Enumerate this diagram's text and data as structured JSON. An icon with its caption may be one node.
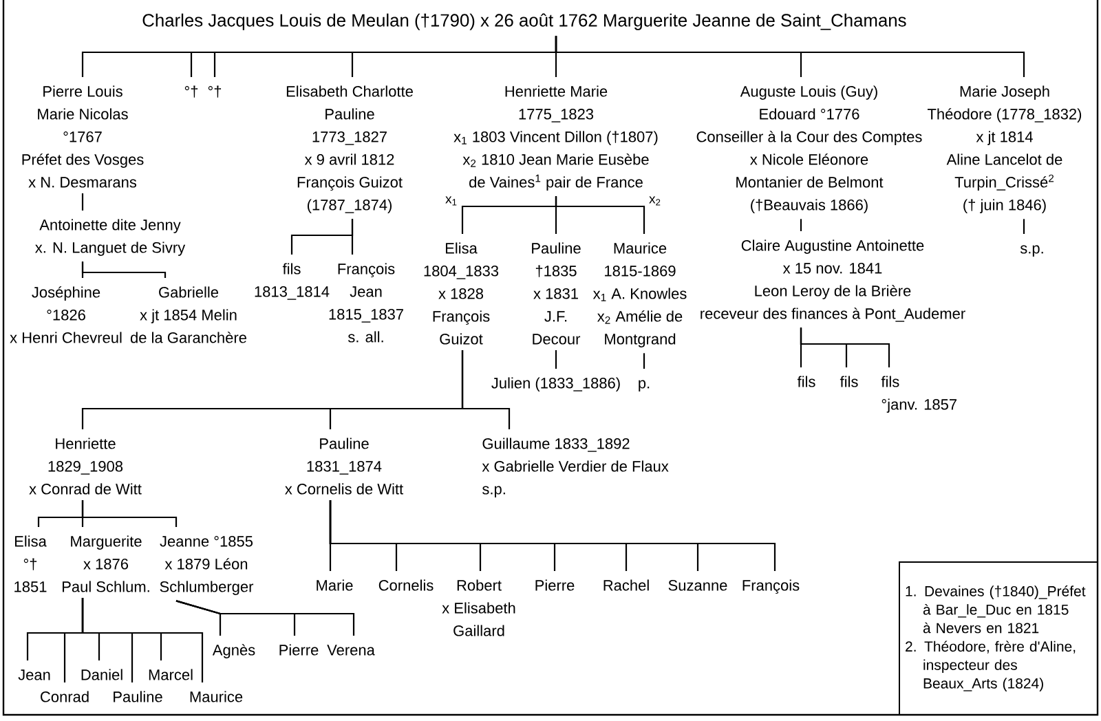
{
  "diagram": {
    "nodes": [
      {
        "text": [
          "Charles Jacques Louis de Meulan (†1790) x 26 août 1762 Marguerite Jeanne de Saint_Chamans"
        ]
      },
      {
        "text": [
          "Pierre Louis Marie Nicolas °1767 Préfet des Vosges x N. Desmarans"
        ]
      },
      {
        "text": [
          "°†"
        ]
      },
      {
        "text": [
          "°†"
        ]
      },
      {
        "text": [
          "Elisabeth Charlotte Pauline 1773_1827 x 9 avril 1812 François Guizot (1787_1874)"
        ]
      },
      {
        "text": [
          "Henriette Marie 1775_1823 x$_{1}$ 1803 Vincent Dillon (†1807) x$_{2}$ 1810 Jean Marie Eusèbe de Vaines$^{1}$ pair de France"
        ]
      },
      {
        "text": [
          "Auguste Louis (Guy) Edouard °1776 Conseiller à la Cour des Comptes x Nicole Eléonore Montanier de Belmont (†Beauvais 1866)"
        ]
      },
      {
        "text": [
          "Marie Joseph Théodore (1778_1832) x jt 1814 Aline Lancelot de Turpin_Crissé$^{2}$ († juin 1846)"
        ]
      },
      {
        "text": [
          "Antoinette dite Jenny x. N. Languet de Sivry"
        ]
      },
      {
        "text": [
          "fils 1813_1814"
        ]
      },
      {
        "text": [
          "François Jean 1815_1837 s. all."
        ]
      },
      {
        "text": [
          "Elisa 1804_1833 x 1828 François Guizot"
        ]
      },
      {
        "text": [
          "Pauline †1835 x 1831 J.F. Decour"
        ]
      },
      {
        "text": [
          "Maurice 1815-1869 x$_{1}$ A. Knowles x$_{2}$ Amélie de Montgrand"
        ]
      },
      {
        "text": [
          "Claire Augustine Antoinette x 15 nov. 1841 Leon Leroy de la Brière receveur des finances à Pont_Audemer"
        ]
      },
      {
        "text": [
          "s.p."
        ]
      },
      {
        "text": [
          "Joséphine °1826 x Henri Chevreul"
        ]
      },
      {
        "text": [
          "Gabrielle x jt 1854 Melin de la Garanchère"
        ]
      },
      {
        "text": [
          "Julien (1833_1886)"
        ]
      },
      {
        "text": [
          "p."
        ]
      },
      {
        "text": [
          "fils"
        ]
      },
      {
        "text": [
          "fils"
        ]
      },
      {
        "text": [
          "fils °janv. 1857"
        ]
      },
      {
        "text": [
          "Henriette 1829_1908 x Conrad de Witt"
        ]
      },
      {
        "text": [
          "Pauline 1831_1874 x Cornelis de Witt"
        ]
      },
      {
        "text": [
          "Guillaume 1833_1892 x Gabrielle Verdier de Flaux s.p."
        ]
      },
      {
        "text": [
          "Elisa °† 1851"
        ]
      },
      {
        "text": [
          "Marguerite x 1876 Paul Schlum."
        ]
      },
      {
        "text": [
          "Jeanne °1855 x 1879 Léon Schlumberger"
        ]
      },
      {
        "text": [
          "Marie"
        ]
      },
      {
        "text": [
          "Cornelis"
        ]
      },
      {
        "text": [
          "Robert x Elisabeth Gaillard"
        ]
      },
      {
        "text": [
          "Pierre"
        ]
      },
      {
        "text": [
          "Rachel"
        ]
      },
      {
        "text": [
          "Suzanne"
        ]
      },
      {
        "text": [
          "François"
        ]
      },
      {
        "text": [
          "Agnès"
        ]
      },
      {
        "text": [
          "Pierre"
        ]
      },
      {
        "text": [
          "Verena"
        ]
      },
      {
        "text": [
          "Jean"
        ]
      },
      {
        "text": [
          "Conrad"
        ]
      },
      {
        "text": [
          "Daniel"
        ]
      },
      {
        "text": [
          "Pauline"
        ]
      },
      {
        "text": [
          "Marcel"
        ]
      },
      {
        "text": [
          "Maurice"
        ]
      },
      {
        "text": [
          "1. Devaines (†1840)_Préfet à Bar_le_Duc en 1815 à Nevers en 1821",
          "2. Théodore, frère d'Aline, inspecteur des Beaux_Arts (1824)"
        ]
      }
    ],
    "edges": [
      {
        "from": 0,
        "to": 1,
        "arrow": "none"
      },
      {
        "from": 0,
        "to": 2,
        "arrow": "none"
      },
      {
        "from": 0,
        "to": 3,
        "arrow": "none"
      },
      {
        "from": 0,
        "to": 4,
        "arrow": "none"
      },
      {
        "from": 0,
        "to": 5,
        "arrow": "none"
      },
      {
        "from": 0,
        "to": 6,
        "arrow": "none"
      },
      {
        "from": 0,
        "to": 7,
        "arrow": "none"
      },
      {
        "from": 1,
        "to": 8,
        "arrow": "none"
      },
      {
        "from": 4,
        "to": 9,
        "arrow": "none"
      },
      {
        "from": 4,
        "to": 10,
        "arrow": "none"
      },
      {
        "from": 5,
        "to": 11,
        "arrow": "none",
        "label": "x$_{1}$"
      },
      {
        "from": 5,
        "to": 12,
        "arrow": "none"
      },
      {
        "from": 5,
        "to": 13,
        "arrow": "none",
        "label": "x$_{2}$"
      },
      {
        "from": 6,
        "to": 14,
        "arrow": "none"
      },
      {
        "from": 7,
        "to": 15,
        "arrow": "none"
      },
      {
        "from": 8,
        "to": 16,
        "arrow": "none"
      },
      {
        "from": 8,
        "to": 17,
        "arrow": "none"
      },
      {
        "from": 12,
        "to": 18,
        "arrow": "none"
      },
      {
        "from": 13,
        "to": 19,
        "arrow": "none"
      },
      {
        "from": 14,
        "to": 20,
        "arrow": "none"
      },
      {
        "from": 14,
        "to": 21,
        "arrow": "none"
      },
      {
        "from": 14,
        "to": 22,
        "arrow": "none"
      },
      {
        "from": 11,
        "to": 23,
        "arrow": "none"
      },
      {
        "from": 11,
        "to": 24,
        "arrow": "none"
      },
      {
        "from": 11,
        "to": 25,
        "arrow": "none"
      },
      {
        "from": 23,
        "to": 26,
        "arrow": "none"
      },
      {
        "from": 23,
        "to": 27,
        "arrow": "none"
      },
      {
        "from": 23,
        "to": 28,
        "arrow": "none"
      },
      {
        "from": 24,
        "to": 29,
        "arrow": "none"
      },
      {
        "from": 24,
        "to": 30,
        "arrow": "none"
      },
      {
        "from": 24,
        "to": 31,
        "arrow": "none"
      },
      {
        "from": 24,
        "to": 32,
        "arrow": "none"
      },
      {
        "from": 24,
        "to": 33,
        "arrow": "none"
      },
      {
        "from": 24,
        "to": 34,
        "arrow": "none"
      },
      {
        "from": 24,
        "to": 35,
        "arrow": "none"
      },
      {
        "from": 28,
        "to": 36,
        "arrow": "none"
      },
      {
        "from": 28,
        "to": 37,
        "arrow": "none"
      },
      {
        "from": 28,
        "to": 38,
        "arrow": "none"
      },
      {
        "from": 27,
        "to": 39,
        "arrow": "none"
      },
      {
        "from": 27,
        "to": 40,
        "arrow": "none"
      },
      {
        "from": 27,
        "to": 41,
        "arrow": "none"
      },
      {
        "from": 27,
        "to": 42,
        "arrow": "none"
      },
      {
        "from": 27,
        "to": 43,
        "arrow": "none"
      },
      {
        "from": 27,
        "to": 44,
        "arrow": "none"
      }
    ]
  }
}
